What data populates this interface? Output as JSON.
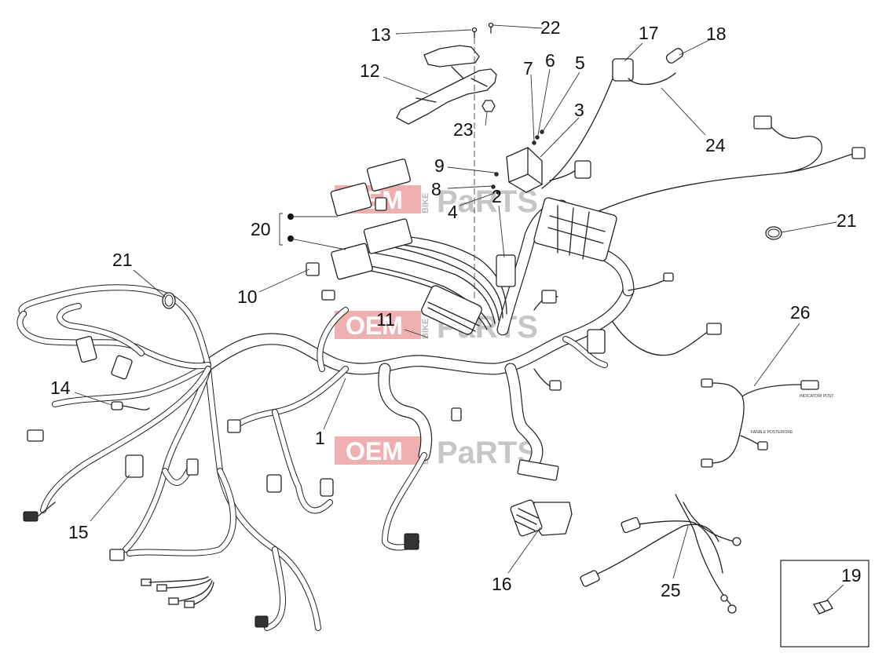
{
  "watermark": {
    "left_word": "OEM",
    "vertical_word": "BIKE",
    "right_word": "PaRTS",
    "box_color": "#e07070",
    "gray_color": "#b8b8b8"
  },
  "callouts": [
    "1",
    "2",
    "3",
    "4",
    "5",
    "6",
    "7",
    "8",
    "9",
    "10",
    "11",
    "12",
    "13",
    "14",
    "15",
    "16",
    "17",
    "18",
    "19",
    "20",
    "21",
    "21",
    "22",
    "23",
    "24",
    "25",
    "26"
  ],
  "part26_labels": {
    "label_a": "INDICATORI POST.",
    "label_b": "FANALE POSTERIORE"
  }
}
